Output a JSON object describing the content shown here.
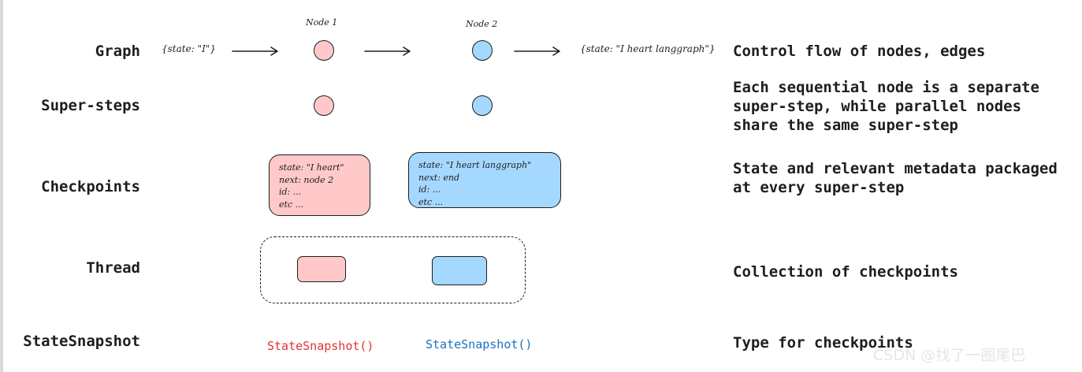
{
  "colors": {
    "node1_fill": "#ffc9c9",
    "node2_fill": "#a5d8ff",
    "snapshot1_text": "#e03131",
    "snapshot2_text": "#1971c2",
    "stroke": "#1e1e1e"
  },
  "rows": {
    "graph": {
      "label": "Graph",
      "description": "Control flow of nodes, edges"
    },
    "supersteps": {
      "label": "Super-steps",
      "description": "Each sequential node is a separate\nsuper-step, while parallel nodes\nshare the same super-step"
    },
    "checkpoints": {
      "label": "Checkpoints",
      "description": "State and relevant metadata packaged\nat every super-step"
    },
    "thread": {
      "label": "Thread",
      "description": "Collection of checkpoints"
    },
    "statesnapshot": {
      "label": "StateSnapshot",
      "description": "Type for checkpoints"
    }
  },
  "graph": {
    "node1_caption": "Node 1",
    "node2_caption": "Node 2",
    "input_state": "{state: \"I\"}",
    "output_state": "{state: \"I heart langgraph\"}"
  },
  "checkpoints": {
    "card1": {
      "lines": [
        "state: \"I heart\"",
        "next: node 2",
        "id: ...",
        "etc ..."
      ]
    },
    "card2": {
      "lines": [
        "state: \"I heart langgraph\"",
        "next: end",
        "id: ...",
        "etc ..."
      ]
    }
  },
  "snapshots": {
    "snapshot1": "StateSnapshot()",
    "snapshot2": "StateSnapshot()"
  },
  "watermark": "CSDN @找了一圈尾巴"
}
